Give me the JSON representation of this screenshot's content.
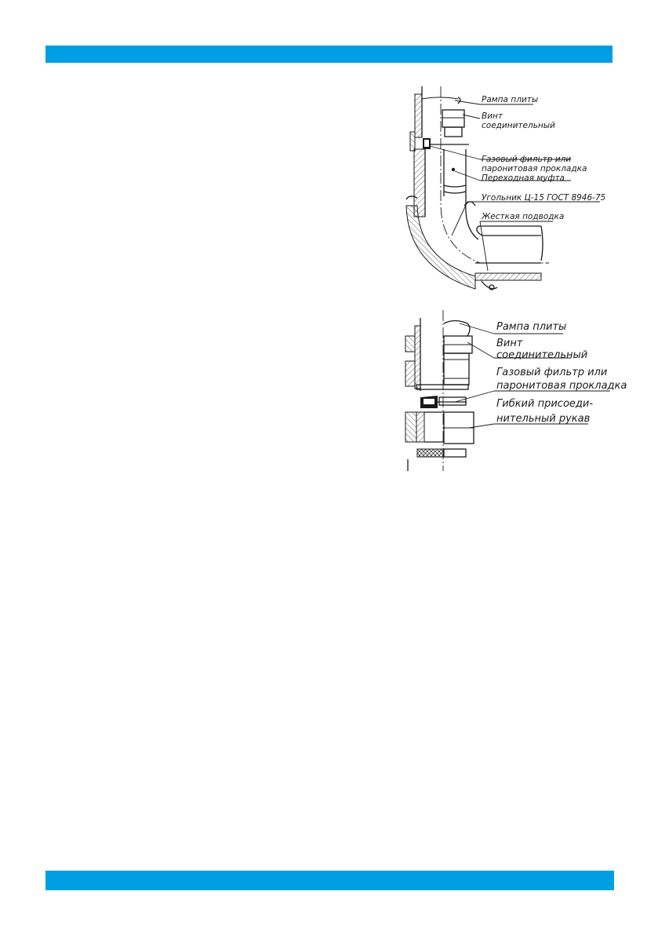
{
  "header_band_color": "#009fe3",
  "footer_band_color": "#009fe3",
  "figure_top": {
    "labels": {
      "rampa": "Рампа плиты",
      "vint_1": "Винт",
      "vint_2": "соединительный",
      "filter_1": "Газовый фильтр или",
      "filter_2": "паронитовая прокладка",
      "mufta": "Переходная муфта",
      "ugolnik": "Угольник Ц-15 ГОСТ 8946-75",
      "podvodka": "Жесткая подводка"
    }
  },
  "figure_bottom": {
    "labels": {
      "rampa": "Рампа плиты",
      "vint_1": "Винт",
      "vint_2": "соединительный",
      "filter_1": "Газовый фильтр или",
      "filter_2": "паронитовая прокладка",
      "rukav_1": "Гибкий присоеди-",
      "rukav_2": "нительный рукав"
    }
  }
}
